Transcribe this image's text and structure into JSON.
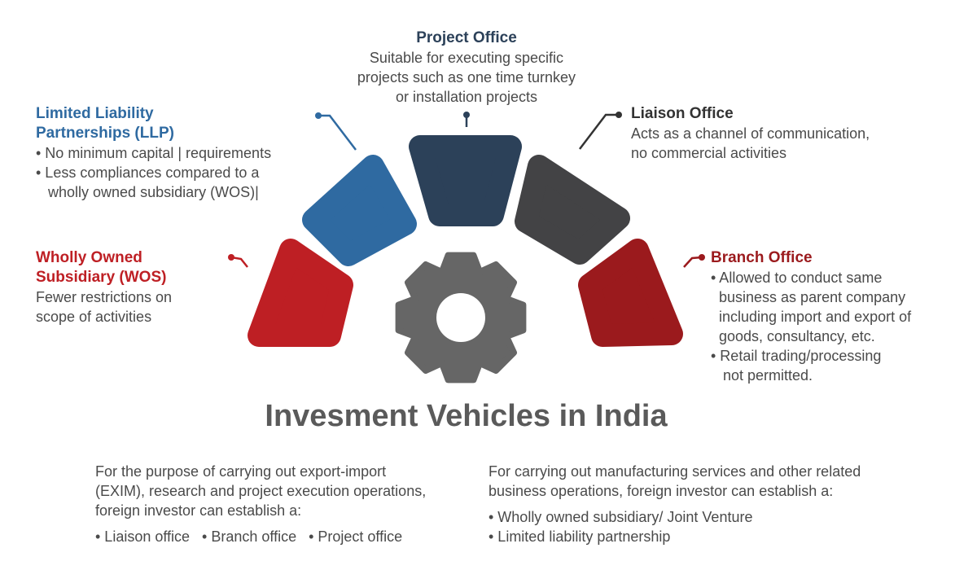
{
  "title": "Invesment Vehicles in India",
  "colors": {
    "wos": "#be1f24",
    "llp": "#2f6aa1",
    "project": "#2c4159",
    "liaison": "#434345",
    "branch": "#9b1a1d",
    "gear": "#666666"
  },
  "llp": {
    "heading1": "Limited Liability",
    "heading2": "Partnerships (LLP)",
    "line1": "• No minimum capital | requirements",
    "line2": "• Less compliances compared to a",
    "line3": "wholly owned subsidiary (WOS)|"
  },
  "project": {
    "heading": "Project Office",
    "line1": "Suitable for executing specific",
    "line2": "projects such as one time turnkey",
    "line3": "or installation projects"
  },
  "liaison": {
    "heading": "Liaison Office",
    "line1": "Acts as a channel of communication,",
    "line2": "no commercial activities"
  },
  "wos": {
    "heading1": "Wholly Owned",
    "heading2": "Subsidiary (WOS)",
    "line1": "Fewer restrictions on",
    "line2": "scope of activities"
  },
  "branch": {
    "heading": "Branch Office",
    "line1": "• Allowed to conduct same",
    "line2": "business as parent company",
    "line3": "including import and export of",
    "line4": "goods, consultancy, etc.",
    "line5": "• Retail trading/processing",
    "line6": "not permitted."
  },
  "bottom_left": {
    "line1": "For the purpose of carrying out export-import",
    "line2": "(EXIM), research and project execution operations,",
    "line3": "foreign investor can establish a:",
    "items": "• Liaison office   • Branch office   • Project office"
  },
  "bottom_right": {
    "line1": "For carrying out manufacturing services and other related",
    "line2": "business operations, foreign investor can establish a:",
    "item1": "• Wholly owned subsidiary/ Joint Venture",
    "item2": "• Limited liability partnership"
  }
}
